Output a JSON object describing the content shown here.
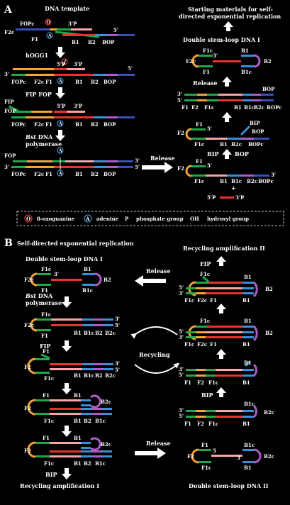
{
  "panel_a": {
    "letter": "A",
    "dna_template": "DNA template",
    "starting_materials_l1": "Starting materials for self-",
    "starting_materials_l2": "directed exponential replication",
    "double_stem_loop_I": "Double stem-loop DNA  I",
    "step_hogg1": "hOGG1",
    "step_fip_fop": "FIP   FOP",
    "step_bst_l1": "Bst",
    "step_bst_l1b": " DNA",
    "step_bst_l2": "polymerase",
    "step_release": "Release",
    "step_release_mid": "Release",
    "step_bip": "BIP",
    "step_bop": "BOP",
    "plus": "+",
    "legend": {
      "o_sym": "O",
      "o_label": "8-oxoguanine",
      "a_sym": "A",
      "a_label": "adenine",
      "p_sym": "P",
      "p_label": "phosphate group",
      "oh_sym": "OH",
      "oh_label": "hydroxyl group"
    }
  },
  "panel_b": {
    "letter": "B",
    "title": "Self-directed exponential replication",
    "double_stem_loop_I": "Double stem-loop DNA  I",
    "bst_l1": "Bst",
    "bst_l1b": " DNA",
    "bst_l2": "polymerase",
    "fip": "FIP",
    "bip": "BIP",
    "recycling_I": "Recycling amplification  I",
    "recycling_II": "Recycling amplification  II",
    "release_top": "Release",
    "release_bottom": "Release",
    "recycling": "Recycling",
    "double_stem_loop_II": "Double stem-loop DNA  II"
  },
  "labels": {
    "F1": "F1",
    "F1c": "F1c",
    "F2": "F2",
    "F2c": "F2c",
    "B1": "B1",
    "B1c": "B1c",
    "B2": "B2",
    "B2c": "B2c",
    "BOP": "BOP",
    "BOPc": "BOPc",
    "FOP": "FOP",
    "FOPc": "FOPc",
    "FIP": "FIP",
    "BIP": "BIP",
    "p3": "3'",
    "p5": "5'",
    "p3P": "3'P",
    "p5P": "5'P",
    "n3": "3",
    "n5": "5"
  },
  "colors": {
    "background": "#000000",
    "red": "#e8322c",
    "pink": "#f6a5a8",
    "green": "#1fa84a",
    "blue": "#3a8fd9",
    "purple": "#b05cc8",
    "orange": "#f2a33a",
    "navy": "#3a4fb8",
    "white": "#ffffff"
  }
}
